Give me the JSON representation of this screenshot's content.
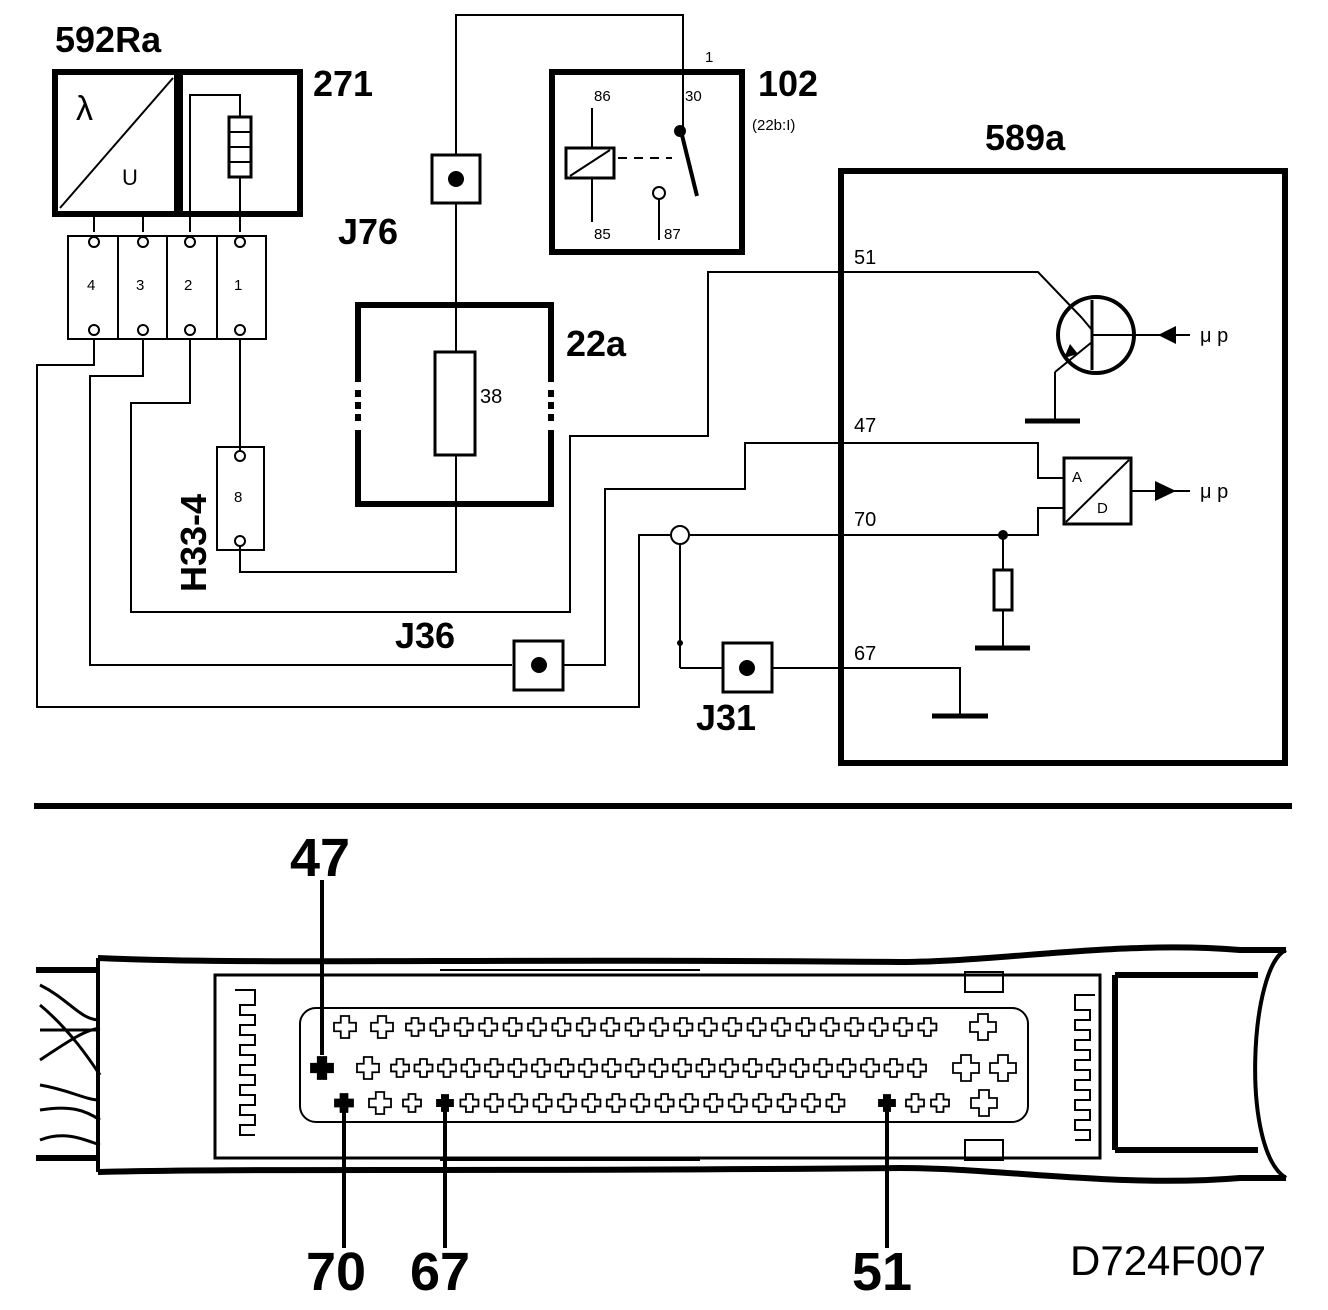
{
  "components": {
    "sensor": "592Ra",
    "heater": "271",
    "relay": "102",
    "relay_ref": "(22b:I)",
    "fuse_box": "22a",
    "fuse_no": "38",
    "ecu": "589a",
    "conn_h33": "H33-4",
    "conn_h33_pin": "8",
    "j76": "J76",
    "j36": "J36",
    "j31": "J31"
  },
  "sensor_symbols": {
    "lambda": "λ",
    "u": "U"
  },
  "conn_pins": [
    "4",
    "3",
    "2",
    "1"
  ],
  "relay_pins": {
    "p1": "1",
    "p86": "86",
    "p30": "30",
    "p85": "85",
    "p87": "87"
  },
  "ecu_pins": {
    "p51": "51",
    "p47": "47",
    "p70": "70",
    "p67": "67"
  },
  "ad_converter": {
    "a": "A",
    "d": "D"
  },
  "mu_p": "μ p",
  "bottom_pins": {
    "p47": "47",
    "p70": "70",
    "p67": "67",
    "p51": "51"
  },
  "figure_code": "D724F007"
}
